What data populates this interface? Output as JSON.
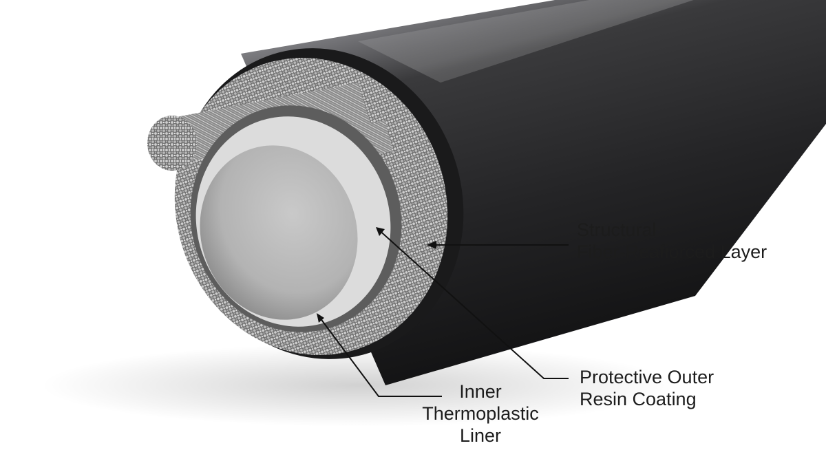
{
  "labels": {
    "structural_layer": {
      "line1": "Structural",
      "line2": "Fiber-Reafiorced Layer"
    },
    "outer_coating": {
      "line1": "Protective Outer",
      "line2": "Resin Coating"
    },
    "inner_liner": {
      "line1": "Inner",
      "line2": "Thermoplastic",
      "line3": "Liner"
    }
  },
  "colors": {
    "background": "#ffffff",
    "pipe_dark": "#2b2b2d",
    "pipe_highlight": "#6a6a6e",
    "fiber": "#9a9a9a",
    "liner": "#d6d6d6",
    "leader_line": "#111111",
    "text": "#1c1c1c"
  }
}
